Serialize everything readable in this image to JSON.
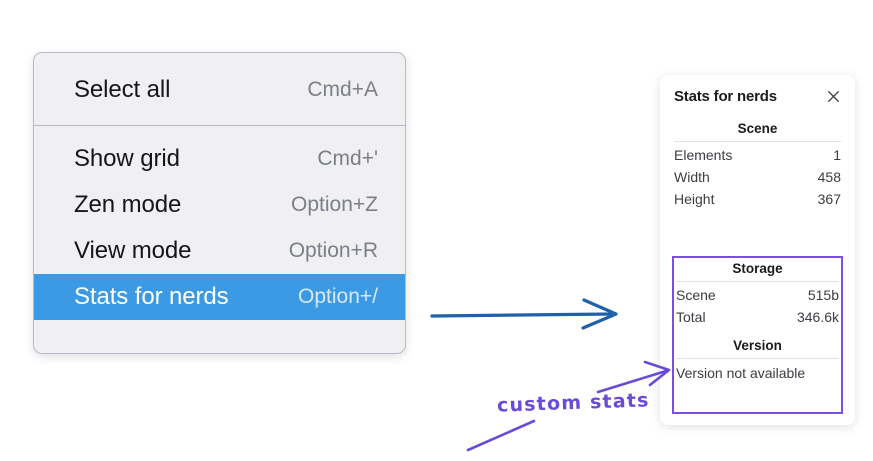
{
  "menu": {
    "sections": [
      {
        "items": [
          {
            "label": "Select all",
            "shortcut": "Cmd+A",
            "highlighted": false
          }
        ]
      },
      {
        "items": [
          {
            "label": "Show grid",
            "shortcut": "Cmd+'",
            "highlighted": false
          },
          {
            "label": "Zen mode",
            "shortcut": "Option+Z",
            "highlighted": false
          },
          {
            "label": "View mode",
            "shortcut": "Option+R",
            "highlighted": false
          },
          {
            "label": "Stats for nerds",
            "shortcut": "Option+/",
            "highlighted": true
          }
        ]
      }
    ],
    "highlight_color": "#3c9ae4",
    "background_color": "#f0f0f3"
  },
  "stats_panel": {
    "title": "Stats for nerds",
    "close_icon": "close-icon",
    "sections": [
      {
        "heading": "Scene",
        "rows": [
          {
            "key": "Elements",
            "value": "1"
          },
          {
            "key": "Width",
            "value": "458"
          },
          {
            "key": "Height",
            "value": "367"
          }
        ]
      },
      {
        "heading": "Storage",
        "rows": [
          {
            "key": "Scene",
            "value": "515b"
          },
          {
            "key": "Total",
            "value": "346.6k"
          }
        ]
      },
      {
        "heading": "Version",
        "note": "Version not available"
      }
    ],
    "highlight_box_color": "#7a4fe0"
  },
  "annotations": {
    "hand_label": "custom stats",
    "hand_color": "#6a4ad8",
    "arrow_color": "#1f61a8"
  }
}
